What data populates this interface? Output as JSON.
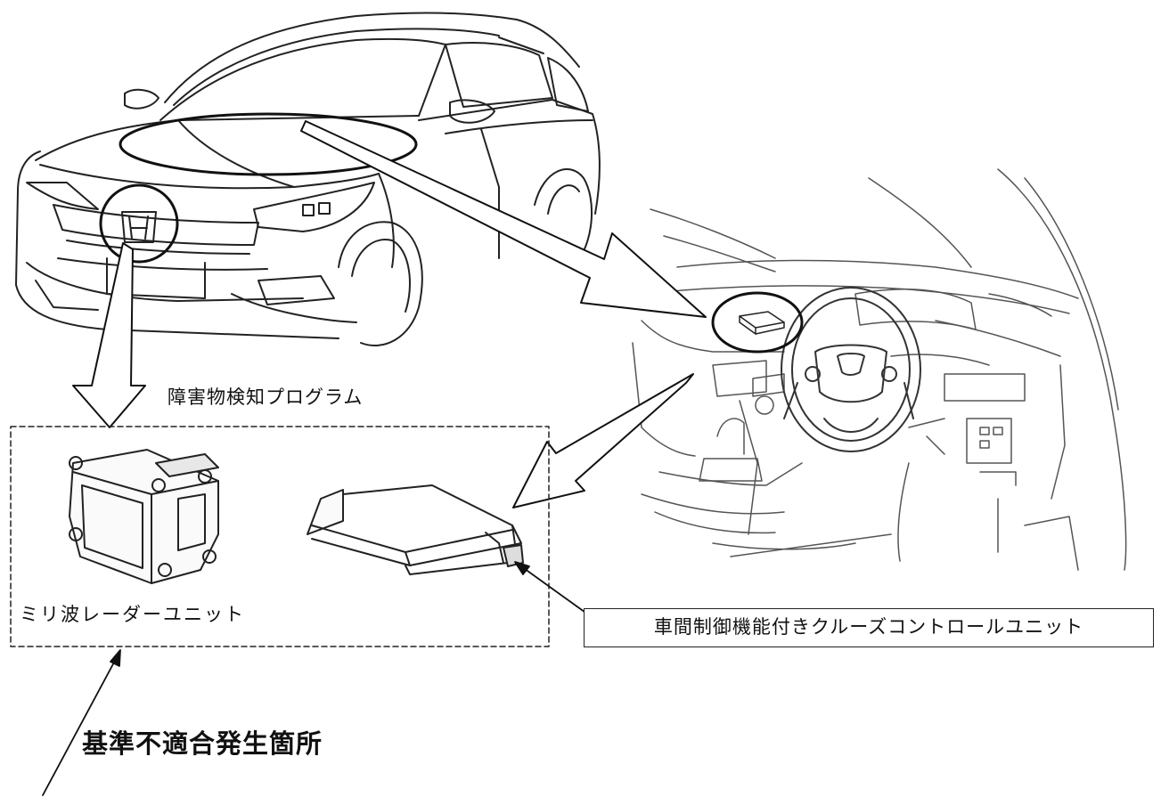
{
  "labels": {
    "obstacle_program": "障害物検知プログラム",
    "radar_unit": "ミリ波レーダーユニット",
    "cruise_control_unit": "車間制御機能付きクルーズコントロールユニット",
    "noncompliance_location": "基準不適合発生箇所"
  },
  "colors": {
    "line": "#111111",
    "line_light": "#555555",
    "background": "#ffffff"
  },
  "icons": {
    "brand_emblem": "h-emblem-icon",
    "arrows": "hollow-arrow-icon"
  }
}
